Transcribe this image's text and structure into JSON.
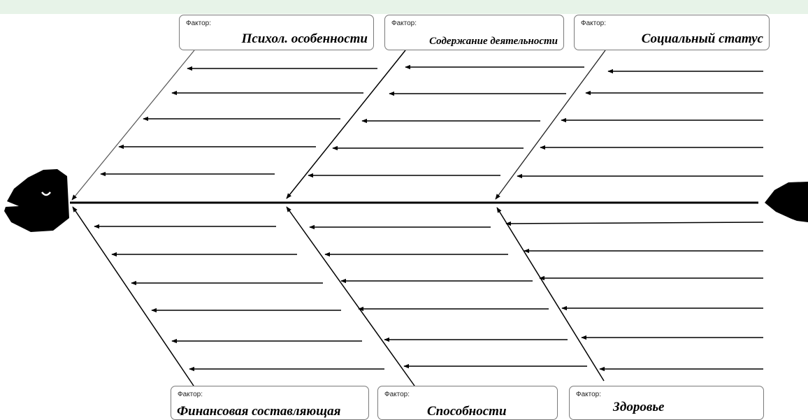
{
  "diagram": {
    "type": "fishbone",
    "factor_caption": "Фактор:",
    "factors": {
      "top": [
        {
          "caption": "Фактор:",
          "name": "Психол. особенности"
        },
        {
          "caption": "Фактор:",
          "name": "Содержание деятельности"
        },
        {
          "caption": "Фактор:",
          "name": "Социальный статус"
        }
      ],
      "bottom": [
        {
          "caption": "Фактор:",
          "name": "Финансовая составляющая"
        },
        {
          "caption": "Фактор:",
          "name": "Способности"
        },
        {
          "caption": "Фактор:",
          "name": "Здоровье"
        }
      ]
    },
    "colors": {
      "background": "#ffffff",
      "top_strip": "#e7f3e8",
      "lines": "#000000",
      "fish_head": "#000000",
      "box_border": "#7a7a7a"
    },
    "icons": [
      "fish-head-icon",
      "fish-tail-icon"
    ]
  }
}
